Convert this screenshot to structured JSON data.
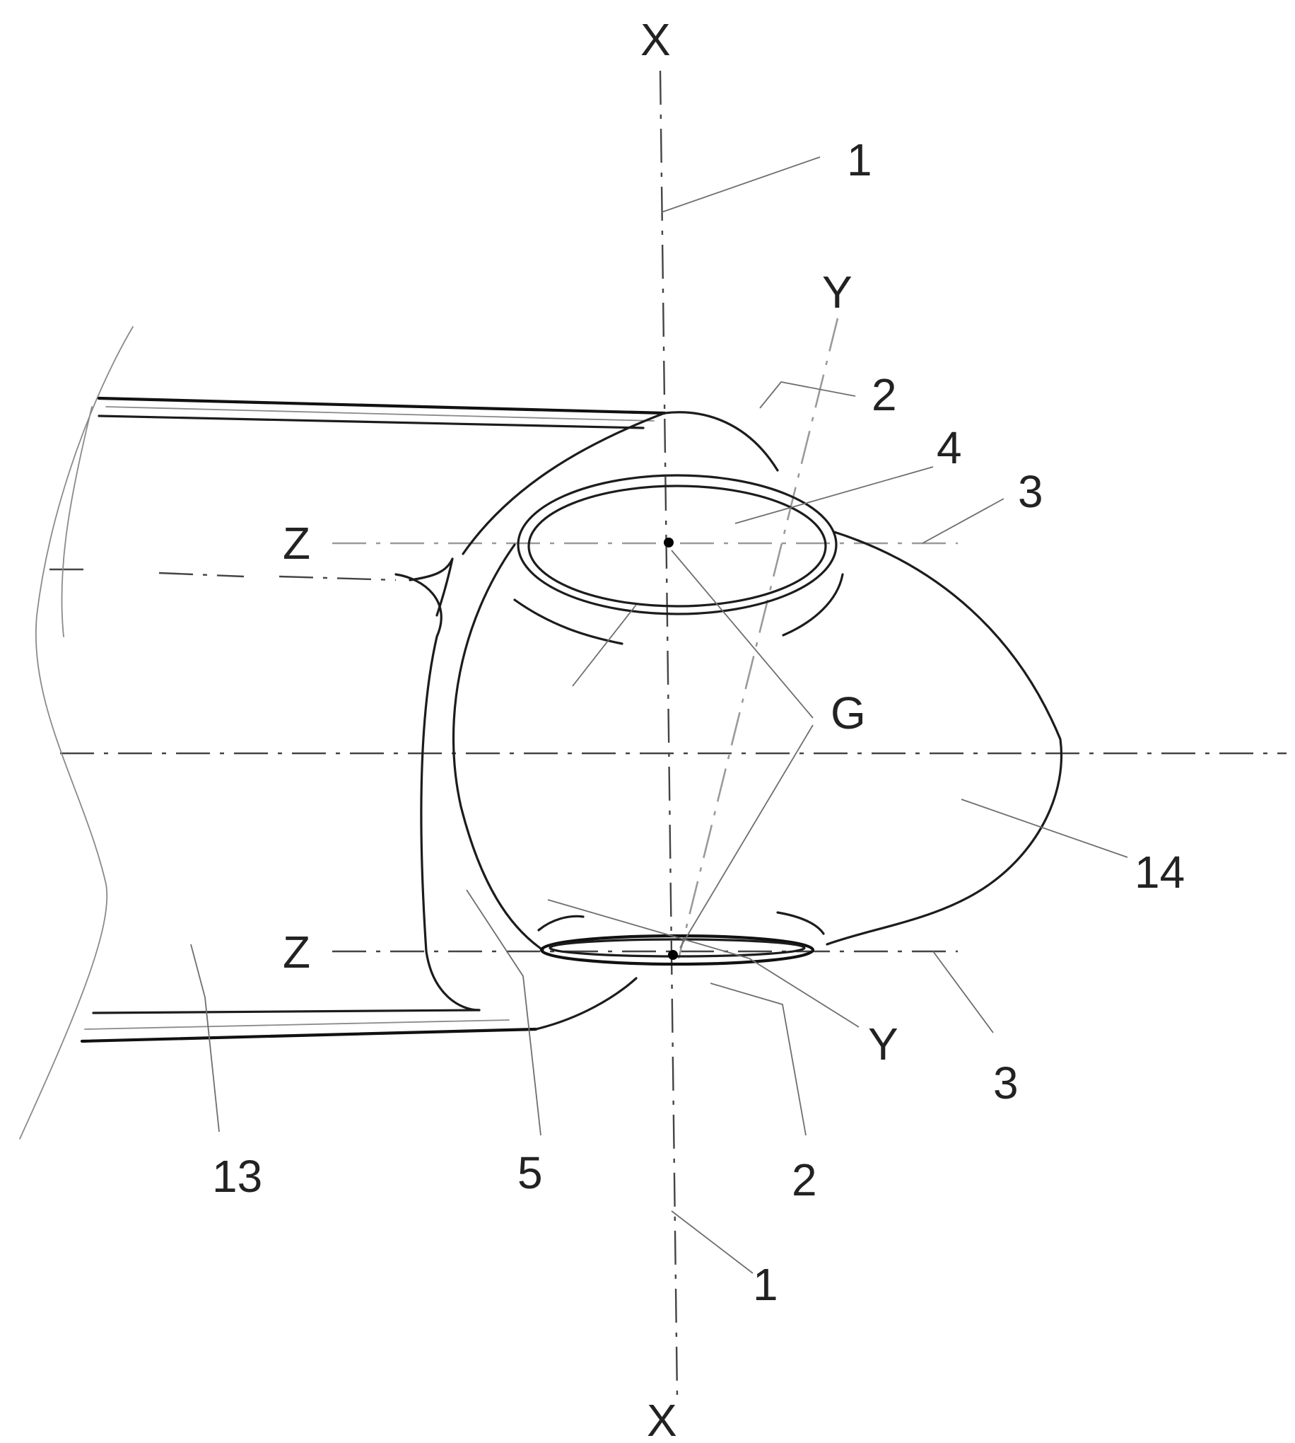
{
  "labels": {
    "x_top": "X",
    "x_bottom": "X",
    "y_top": "Y",
    "y_bottom": "Y",
    "z_top": "Z",
    "z_bottom": "Z",
    "g": "G",
    "ref_1_top": "1",
    "ref_1_bottom": "1",
    "ref_2_top": "2",
    "ref_2_bottom": "2",
    "ref_3_top": "3",
    "ref_3_bottom": "3",
    "ref_4": "4",
    "ref_5": "5",
    "ref_13": "13",
    "ref_14": "14"
  }
}
